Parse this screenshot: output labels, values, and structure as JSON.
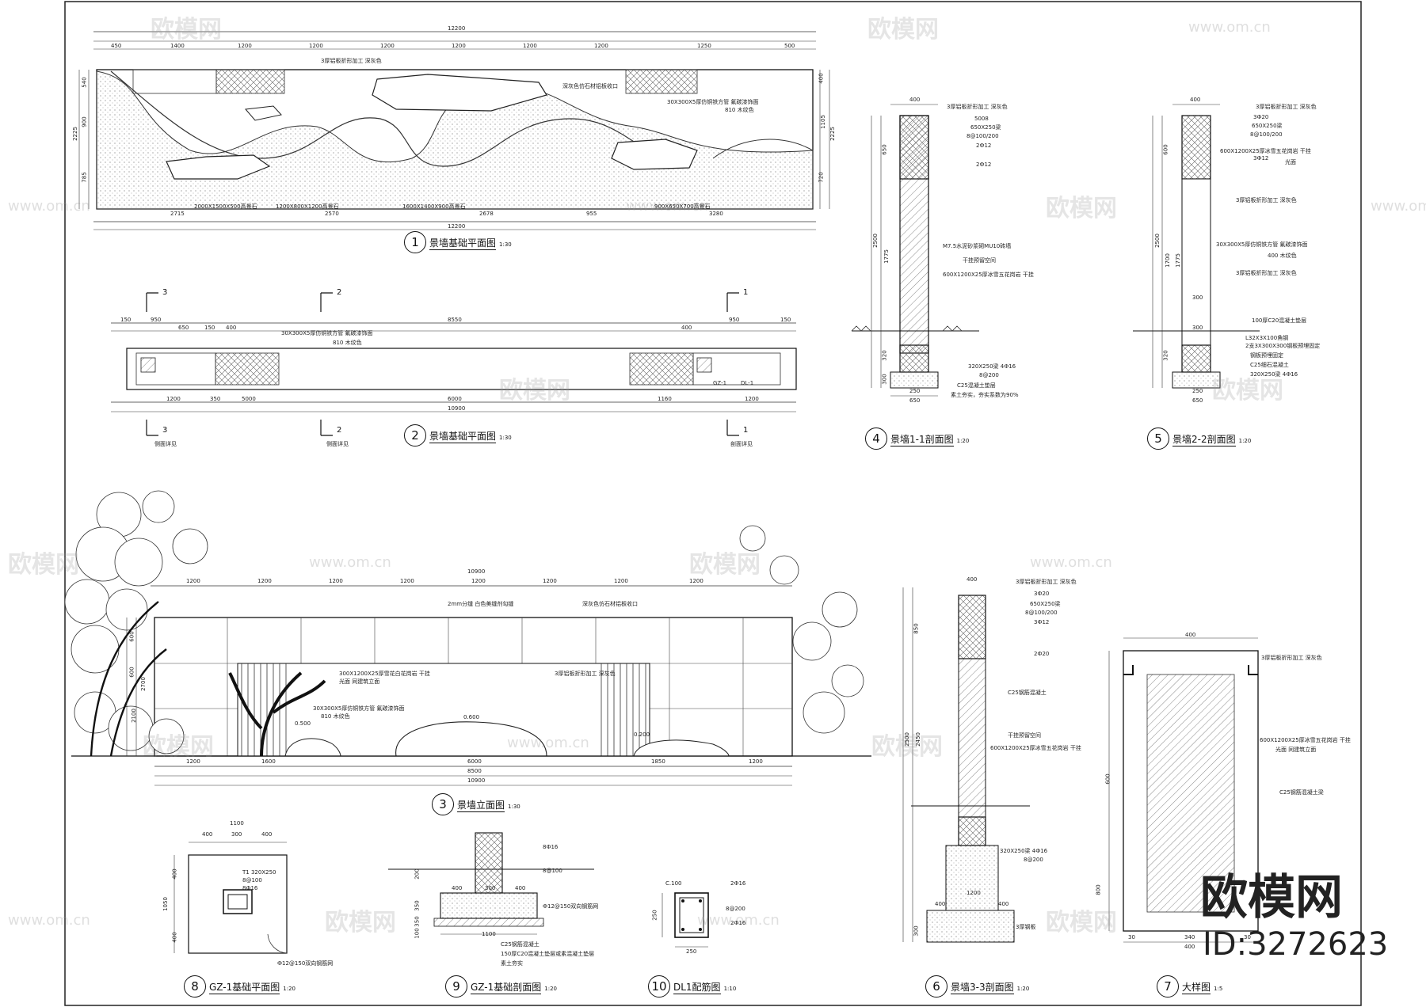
{
  "watermark": {
    "text": "欧模网",
    "url": "www.om.cn",
    "url_short": "om.cn",
    "brand": "欧模网",
    "id": "ID:3272623"
  },
  "views": [
    {
      "num": "1",
      "title": "景墙基础平面图",
      "scale": "1:30"
    },
    {
      "num": "2",
      "title": "景墙基础平面图",
      "scale": "1:30"
    },
    {
      "num": "3",
      "title": "景墙立面图",
      "scale": "1:30"
    },
    {
      "num": "4",
      "title": "景墙1-1剖面图",
      "scale": "1:20"
    },
    {
      "num": "5",
      "title": "景墙2-2剖面图",
      "scale": "1:20"
    },
    {
      "num": "6",
      "title": "景墙3-3剖面图",
      "scale": "1:20"
    },
    {
      "num": "7",
      "title": "大样图",
      "scale": "1:5"
    },
    {
      "num": "8",
      "title": "GZ-1基础平面图",
      "scale": "1:20"
    },
    {
      "num": "9",
      "title": "GZ-1基础剖面图",
      "scale": "1:20"
    },
    {
      "num": "10",
      "title": "DL1配筋图",
      "scale": "1:10"
    }
  ],
  "plan1": {
    "overall": "12200",
    "top_dims": [
      "450",
      "1400",
      "1200",
      "1200",
      "1200",
      "1200",
      "1200",
      "1200",
      "1250",
      "500"
    ],
    "bottom_dims": [
      "2715",
      "2570",
      "2678",
      "955",
      "3280"
    ],
    "left_dims": [
      "540",
      "900",
      "785",
      "2225"
    ],
    "right_dims": [
      "400",
      "1105",
      "720",
      "2225"
    ],
    "notes": [
      "3厚铝板折形加工 深灰色",
      "深灰色仿石材铝板收口",
      "30X300X5厚仿铜铁方管 氟碳漆饰面",
      "810 木纹色",
      "2000X1500X500高景石",
      "1200X800X1200高景石",
      "1600X1400X900高景石",
      "900X650X700高景石"
    ]
  },
  "plan2": {
    "overall": "10900",
    "dims_top": [
      "150",
      "950",
      "650",
      "150",
      "400",
      "8550",
      "400",
      "950",
      "150"
    ],
    "dims_bottom": [
      "1200",
      "350",
      "5000",
      "6000",
      "1160",
      "1200"
    ],
    "section_marks": [
      "3",
      "2",
      "1"
    ],
    "notes": [
      "30X300X5厚仿铜铁方管 氟碳漆饰面",
      "810 木纹色",
      "GZ-1",
      "DL-1"
    ],
    "detail_labels": [
      "侧面详见",
      "侧面详见",
      "剖面详见"
    ]
  },
  "elevation": {
    "overall": "10900",
    "top_dims": [
      "1200",
      "1200",
      "1200",
      "1200",
      "1200",
      "1200",
      "1200",
      "1200"
    ],
    "bottom_dims": [
      "1200",
      "1600",
      "6000",
      "1850",
      "1200"
    ],
    "bottom_total": "8500",
    "left_dims": [
      "600",
      "600",
      "2100",
      "2700"
    ],
    "levels": [
      "0.500",
      "0.600",
      "0.200"
    ],
    "notes": [
      "2mm分缝 白色美缝剂勾缝",
      "深灰色仿石材铝板收口",
      "300X1200X25厚雪花白花岗岩 干挂",
      "光面 同建筑立面",
      "3厚铝板折形加工 深灰色",
      "30X300X5厚仿铜铁方管 氟碳漆饰面",
      "810 木纹色"
    ]
  },
  "section4": {
    "dims": [
      "400",
      "650",
      "2500",
      "1775",
      "320",
      "300",
      "250",
      "650"
    ],
    "notes": [
      "3厚铝板折形加工 深灰色",
      "5008",
      "650X250梁",
      "8@100/200",
      "2Ф12",
      "2Ф12",
      "M7.5水泥砂浆砌MU10砖墙",
      "干挂预留空间",
      "600X1200X25厚冰雪五花岗岩 干挂",
      "320X250梁 4Ф16",
      "8@200",
      "C25混凝土垫层",
      "素土夯实，夯实系数为90%"
    ]
  },
  "section5": {
    "dims": [
      "400",
      "600",
      "1700",
      "2500",
      "1775",
      "300",
      "300",
      "320",
      "250",
      "650"
    ],
    "notes": [
      "3厚铝板折形加工 深灰色",
      "3Ф20",
      "650X250梁",
      "8@100/200",
      "600X1200X25厚冰雪五花岗岩 干挂",
      "光面",
      "3Ф12",
      "3厚铝板折形加工 深灰色",
      "30X300X5厚仿铜铁方管 氟碳漆饰面",
      "400 木纹色",
      "3厚铝板折形加工 深灰色",
      "100厚C20混凝土垫层",
      "L32X3X100角钢",
      "2支3X300X300钢板预埋固定",
      "钢板预埋固定",
      "C25细石混凝土",
      "320X250梁 4Ф16"
    ]
  },
  "section6": {
    "dims": [
      "400",
      "850",
      "2500",
      "2450",
      "1200",
      "400",
      "300",
      "400"
    ],
    "notes": [
      "3厚铝板折形加工 深灰色",
      "3Ф20",
      "650X250梁",
      "8@100/200",
      "3Ф12",
      "2Ф20",
      "C25钢筋混凝土",
      "干挂预留空间",
      "600X1200X25厚冰雪五花岗岩 干挂",
      "320X250梁 4Ф16",
      "8@200",
      "3厚钢板"
    ]
  },
  "detail7": {
    "dims": [
      "400",
      "600",
      "800",
      "340",
      "400",
      "30",
      "30"
    ],
    "notes": [
      "3厚铝板折形加工 深灰色",
      "600X1200X25厚冰雪五花岗岩 干挂",
      "光面 同建筑立面",
      "C25钢筋混凝土梁"
    ]
  },
  "detail8": {
    "dims": [
      "1100",
      "400",
      "300",
      "400",
      "1050",
      "400",
      "400"
    ],
    "notes": [
      "T1 320X250",
      "8@100",
      "8Ф16",
      "Ф12@150双向钢筋网"
    ]
  },
  "detail9": {
    "dims": [
      "400",
      "300",
      "400",
      "1100",
      "200",
      "350",
      "350",
      "100"
    ],
    "notes": [
      "8Ф16",
      "8@100",
      "Ф12@150双向钢筋网",
      "C25钢筋混凝土",
      "150厚C20混凝土垫层或素混凝土垫层",
      "素土夯实"
    ]
  },
  "detail10": {
    "dims": [
      "250",
      "250",
      "C.100"
    ],
    "notes": [
      "2Ф16",
      "8@200",
      "2Ф16"
    ]
  }
}
